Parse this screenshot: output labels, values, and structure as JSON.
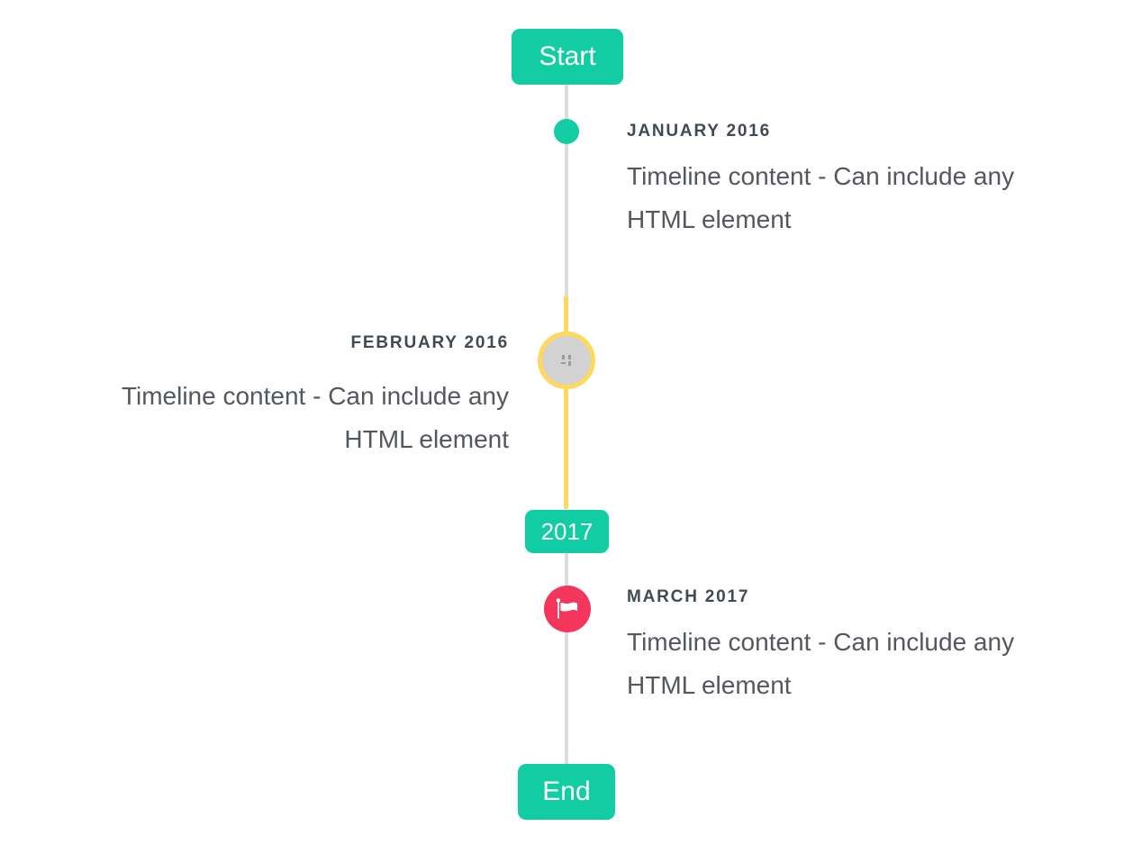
{
  "timeline": {
    "start_badge": "Start",
    "year_badge": "2017",
    "end_badge": "End",
    "items": [
      {
        "date": "JANUARY 2016",
        "content": "Timeline content - Can include any HTML element",
        "side": "right",
        "marker_icon": "teal-dot"
      },
      {
        "date": "FEBRUARY 2016",
        "content": "Timeline content - Can include any HTML element",
        "side": "left",
        "marker_icon": "broken-image-icon"
      },
      {
        "date": "MARCH 2017",
        "content": "Timeline content - Can include any HTML element",
        "side": "right",
        "marker_icon": "flag-icon"
      }
    ],
    "colors": {
      "badge_teal": "#12CCA4",
      "line_gray": "#DDDDDD",
      "highlight_yellow": "#FFD85C",
      "flag_red": "#F5365C",
      "image_circle_fill": "#D2D2D2",
      "date_text": "#414A53",
      "content_text": "#54585C"
    }
  }
}
